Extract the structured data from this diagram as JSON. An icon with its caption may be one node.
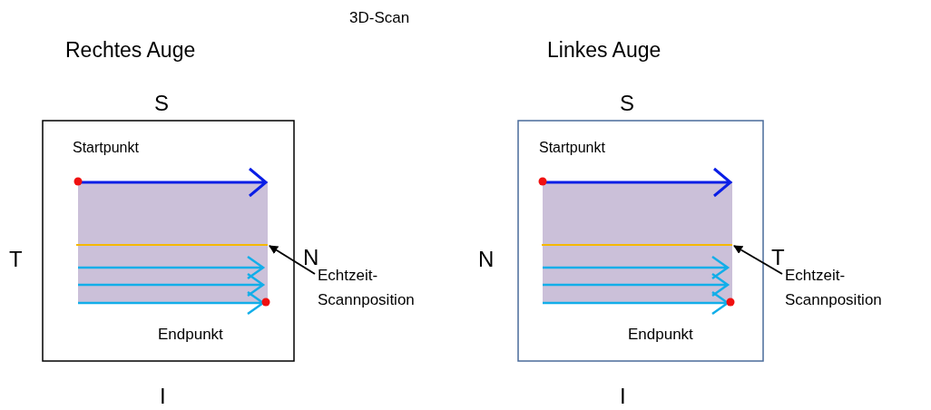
{
  "diagram": {
    "title": "3D-Scan",
    "nodes": [
      {
        "text": [
          "Echtzeit- Scannposition"
        ]
      },
      {
        "text": [],
        "shape": "bar"
      },
      {
        "text": [
          "Echtzeit- Scannposition"
        ]
      },
      {
        "text": [],
        "shape": "bar"
      }
    ],
    "edges": [
      {
        "from": 0,
        "to": 1,
        "arrow": "to"
      },
      {
        "from": 2,
        "to": 3,
        "arrow": "to"
      }
    ],
    "labels": [
      "Rechtes Auge",
      "Linkes Auge",
      "S",
      "S",
      "Startpunkt",
      "Startpunkt",
      "T",
      "N",
      "N",
      "T",
      "Endpunkt",
      "Endpunkt",
      "I",
      "I"
    ]
  }
}
